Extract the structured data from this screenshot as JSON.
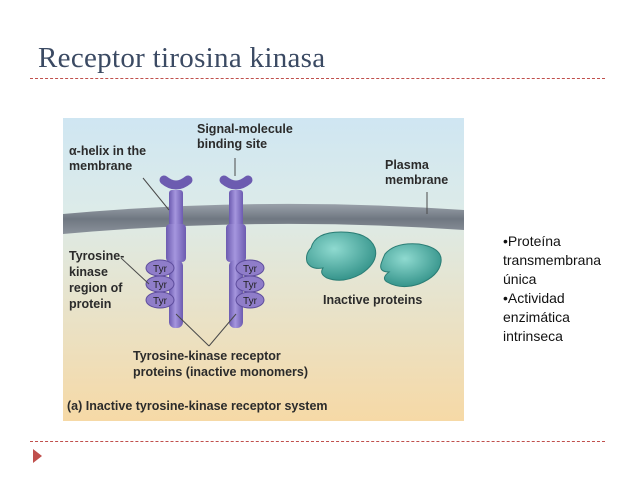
{
  "slide": {
    "title": "Receptor tirosina kinasa"
  },
  "figure": {
    "label_alpha_helix_line1": "α-helix in the",
    "label_alpha_helix_line2": "membrane",
    "label_signal_line1": "Signal-molecule",
    "label_signal_line2": "binding site",
    "label_plasma_line1": "Plasma",
    "label_plasma_line2": "membrane",
    "label_tk_region_line1": "Tyrosine-",
    "label_tk_region_line2": "kinase",
    "label_tk_region_line3": "region of",
    "label_tk_region_line4": "protein",
    "tyr": "Tyr",
    "label_inactive_proteins": "Inactive proteins",
    "label_receptor_line1": "Tyrosine-kinase receptor",
    "label_receptor_line2": "proteins (inactive monomers)",
    "caption": "(a) Inactive tyrosine-kinase receptor system",
    "colors": {
      "background_top": "#cfe6f2",
      "background_bottom": "#f6d9a6",
      "membrane": "#7d8590",
      "receptor": "#8f7dc9",
      "inactive_protein": "#4fb2a8"
    }
  },
  "bullets": [
    "•Proteína",
    "transmembrana",
    "única",
    "•Actividad",
    "enzimática",
    "intrinseca"
  ]
}
